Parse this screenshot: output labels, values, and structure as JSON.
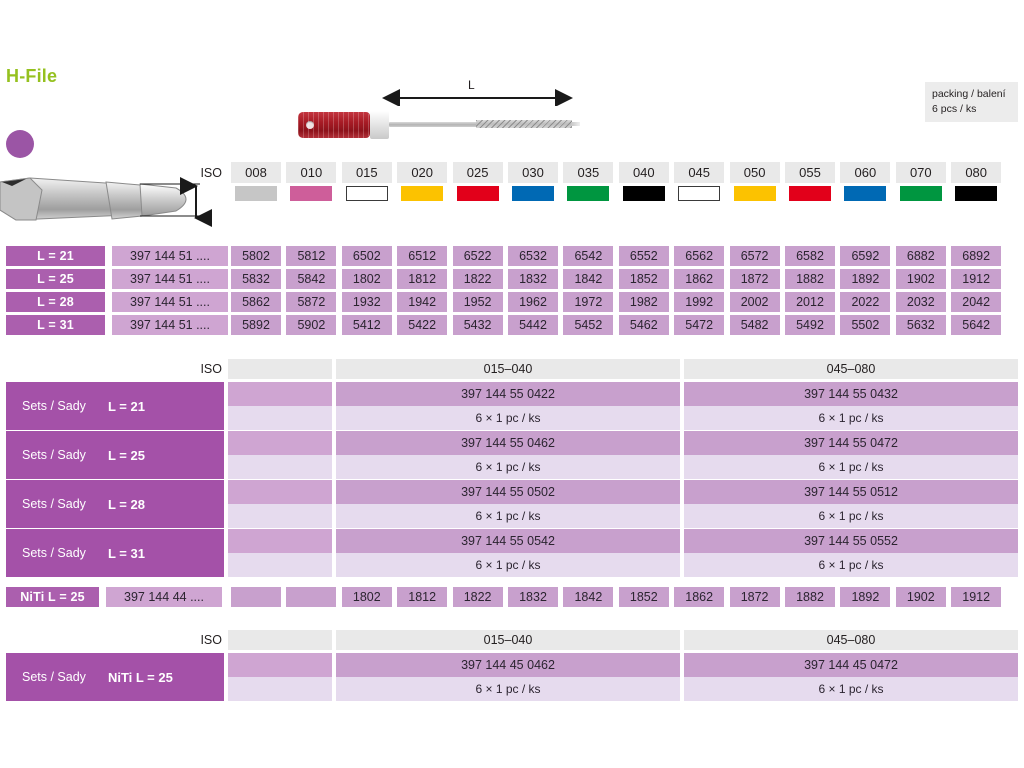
{
  "product": {
    "title": "H-File",
    "title_color": "#95C11F",
    "dot_color": "#9B55A5"
  },
  "packing": {
    "line1": "packing / balení",
    "line2": "6 pcs / ks"
  },
  "diagram": {
    "length_label": "L",
    "instrument_name": "h-file-instrument",
    "handle_color": "#A81C26",
    "collar_color": "#FFFFFF",
    "shaft_color": "#C8C8C8"
  },
  "iso": {
    "label": "ISO",
    "sizes": [
      "008",
      "010",
      "015",
      "020",
      "025",
      "030",
      "035",
      "040",
      "045",
      "050",
      "055",
      "060",
      "070",
      "080"
    ],
    "swatch_colors": [
      "#C6C6C6",
      "#CE5E9A",
      "#FFFFFF",
      "#FCC200",
      "#E2001A",
      "#0069B4",
      "#009640",
      "#000000",
      "#FFFFFF",
      "#FCC200",
      "#E2001A",
      "#0069B4",
      "#009640",
      "#000000"
    ],
    "swatch_outlined": [
      false,
      false,
      true,
      false,
      false,
      false,
      false,
      false,
      true,
      false,
      false,
      false,
      false,
      false
    ]
  },
  "main_table": {
    "rows": [
      {
        "label": "L = 21",
        "article": "397 144 51 ....",
        "codes": [
          "5802",
          "5812",
          "6502",
          "6512",
          "6522",
          "6532",
          "6542",
          "6552",
          "6562",
          "6572",
          "6582",
          "6592",
          "6882",
          "6892"
        ]
      },
      {
        "label": "L = 25",
        "article": "397 144 51 ....",
        "codes": [
          "5832",
          "5842",
          "1802",
          "1812",
          "1822",
          "1832",
          "1842",
          "1852",
          "1862",
          "1872",
          "1882",
          "1892",
          "1902",
          "1912"
        ]
      },
      {
        "label": "L = 28",
        "article": "397 144 51 ....",
        "codes": [
          "5862",
          "5872",
          "1932",
          "1942",
          "1952",
          "1962",
          "1972",
          "1982",
          "1992",
          "2002",
          "2012",
          "2022",
          "2032",
          "2042"
        ]
      },
      {
        "label": "L = 31",
        "article": "397 144 51 ....",
        "codes": [
          "5892",
          "5902",
          "5412",
          "5422",
          "5432",
          "5442",
          "5452",
          "5462",
          "5472",
          "5482",
          "5492",
          "5502",
          "5632",
          "5642"
        ]
      }
    ]
  },
  "sets_table": {
    "iso_label": "ISO",
    "range_headers": [
      "015–040",
      "045–080"
    ],
    "rows": [
      {
        "prefix": "Sets / Sady",
        "label": "L = 21",
        "codes": [
          "397 144 55 0422",
          "397 144 55 0432"
        ],
        "qty": [
          "6 × 1 pc / ks",
          "6 × 1 pc / ks"
        ]
      },
      {
        "prefix": "Sets / Sady",
        "label": "L = 25",
        "codes": [
          "397 144 55 0462",
          "397 144 55 0472"
        ],
        "qty": [
          "6 × 1 pc / ks",
          "6 × 1 pc / ks"
        ]
      },
      {
        "prefix": "Sets / Sady",
        "label": "L = 28",
        "codes": [
          "397 144 55 0502",
          "397 144 55 0512"
        ],
        "qty": [
          "6 × 1 pc / ks",
          "6 × 1 pc / ks"
        ]
      },
      {
        "prefix": "Sets / Sady",
        "label": "L = 31",
        "codes": [
          "397 144 55 0542",
          "397 144 55 0552"
        ],
        "qty": [
          "6 × 1 pc / ks",
          "6 × 1 pc / ks"
        ]
      }
    ]
  },
  "niti_row": {
    "label": "NiTi L = 25",
    "article": "397 144 44 ....",
    "codes": [
      "",
      "",
      "1802",
      "1812",
      "1822",
      "1832",
      "1842",
      "1852",
      "1862",
      "1872",
      "1882",
      "1892",
      "1902",
      "1912"
    ]
  },
  "niti_sets_table": {
    "iso_label": "ISO",
    "range_headers": [
      "015–040",
      "045–080"
    ],
    "rows": [
      {
        "prefix": "Sets / Sady",
        "label": "NiTi L = 25",
        "codes": [
          "397 144 45 0462",
          "397 144 45 0472"
        ],
        "qty": [
          "6 × 1 pc / ks",
          "6 × 1 pc / ks"
        ]
      }
    ]
  },
  "colors": {
    "label_purple": "#A451A8",
    "row_label_purple": "#AB5FAE",
    "cell_purple": "#C8A0CD",
    "article_purple": "#CFA5D2",
    "light_purple": "#E6DBEE",
    "header_gray": "#E9E9E9"
  }
}
